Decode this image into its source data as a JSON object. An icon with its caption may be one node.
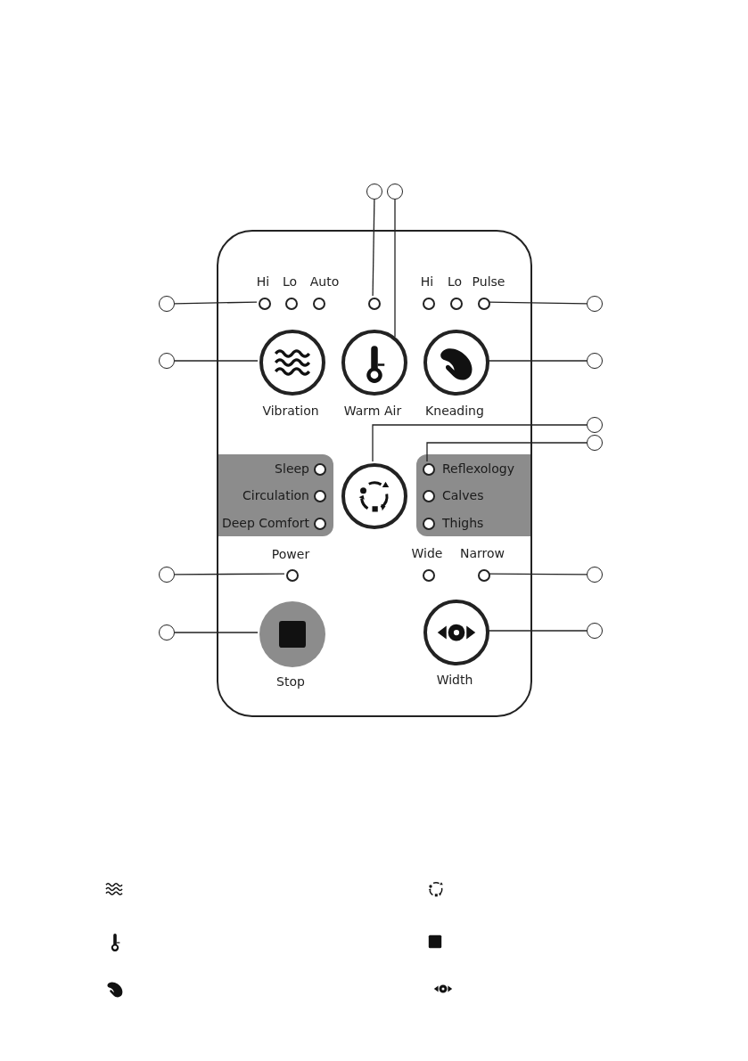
{
  "diagram": {
    "nodes": [
      {
        "text": [],
        "shape": "box"
      },
      {
        "text": [],
        "shape": "circle"
      },
      {
        "text": [],
        "shape": "circle"
      },
      {
        "text": [],
        "shape": "circle"
      },
      {
        "text": [],
        "shape": "circle",
        "in": 0,
        "beside": [
          "Hi"
        ]
      },
      {
        "text": [],
        "shape": "circle",
        "in": 0,
        "beside": [
          "Lo"
        ]
      },
      {
        "text": [],
        "shape": "circle",
        "in": 0,
        "beside": [
          "Auto"
        ]
      },
      {
        "text": [],
        "shape": "circle",
        "in": 0
      },
      {
        "text": [],
        "shape": "circle",
        "in": 0,
        "beside": [
          "Hi"
        ]
      },
      {
        "text": [],
        "shape": "circle",
        "in": 0,
        "beside": [
          "Lo"
        ]
      },
      {
        "text": [],
        "shape": "circle",
        "in": 0,
        "beside": [
          "Pulse"
        ]
      },
      {
        "text": [],
        "shape": "circle"
      },
      {
        "text": [],
        "shape": "circle"
      },
      {
        "text": [],
        "shape": "circle",
        "in": 0,
        "beside": [
          "Vibration"
        ]
      },
      {
        "text": [],
        "shape": "circle",
        "in": 0,
        "beside": [
          "Warm Air"
        ]
      },
      {
        "text": [],
        "shape": "circle",
        "in": 0,
        "beside": [
          "Kneading"
        ]
      },
      {
        "text": [],
        "shape": "circle"
      },
      {
        "text": [],
        "shape": "circle"
      },
      {
        "text": [],
        "shape": "circle"
      },
      {
        "text": [
          "Sleep",
          "Circulation",
          "Deep Comfort"
        ],
        "in": 0
      },
      {
        "text": [],
        "shape": "circle",
        "in": 19
      },
      {
        "text": [],
        "shape": "circle",
        "in": 19
      },
      {
        "text": [],
        "shape": "circle",
        "in": 19
      },
      {
        "text": [],
        "shape": "circle",
        "in": 0
      },
      {
        "text": [
          "Reflexology",
          "Calves",
          "Thighs"
        ],
        "in": 0
      },
      {
        "text": [],
        "shape": "circle",
        "in": 24
      },
      {
        "text": [],
        "shape": "circle",
        "in": 24
      },
      {
        "text": [],
        "shape": "circle",
        "in": 24
      },
      {
        "text": [],
        "shape": "circle"
      },
      {
        "text": [],
        "shape": "circle",
        "in": 0,
        "beside": [
          "Power"
        ]
      },
      {
        "text": [],
        "shape": "circle",
        "in": 0,
        "beside": [
          "Wide"
        ]
      },
      {
        "text": [],
        "shape": "circle",
        "in": 0,
        "beside": [
          "Narrow"
        ]
      },
      {
        "text": [],
        "shape": "circle"
      },
      {
        "text": [],
        "shape": "circle"
      },
      {
        "text": [],
        "shape": "circle",
        "in": 0,
        "beside": [
          "Stop"
        ]
      },
      {
        "text": [],
        "shape": "circle",
        "in": 0,
        "beside": [
          "Width"
        ]
      },
      {
        "text": [],
        "shape": "circle"
      }
    ],
    "edges": [
      {
        "from": 1,
        "to": 7,
        "arrow": "none"
      },
      {
        "from": 2,
        "to": 14,
        "arrow": "none"
      },
      {
        "from": 3,
        "to": 4,
        "arrow": "none"
      },
      {
        "from": 11,
        "to": 10,
        "arrow": "none"
      },
      {
        "from": 12,
        "to": 13,
        "arrow": "none"
      },
      {
        "from": 16,
        "to": 15,
        "arrow": "none"
      },
      {
        "from": 17,
        "to": 23,
        "arrow": "none"
      },
      {
        "from": 18,
        "to": 25,
        "arrow": "none"
      },
      {
        "from": 28,
        "to": 29,
        "arrow": "none"
      },
      {
        "from": 32,
        "to": 31,
        "arrow": "none"
      },
      {
        "from": 33,
        "to": 34,
        "arrow": "none"
      },
      {
        "from": 36,
        "to": 35,
        "arrow": "none"
      }
    ]
  }
}
